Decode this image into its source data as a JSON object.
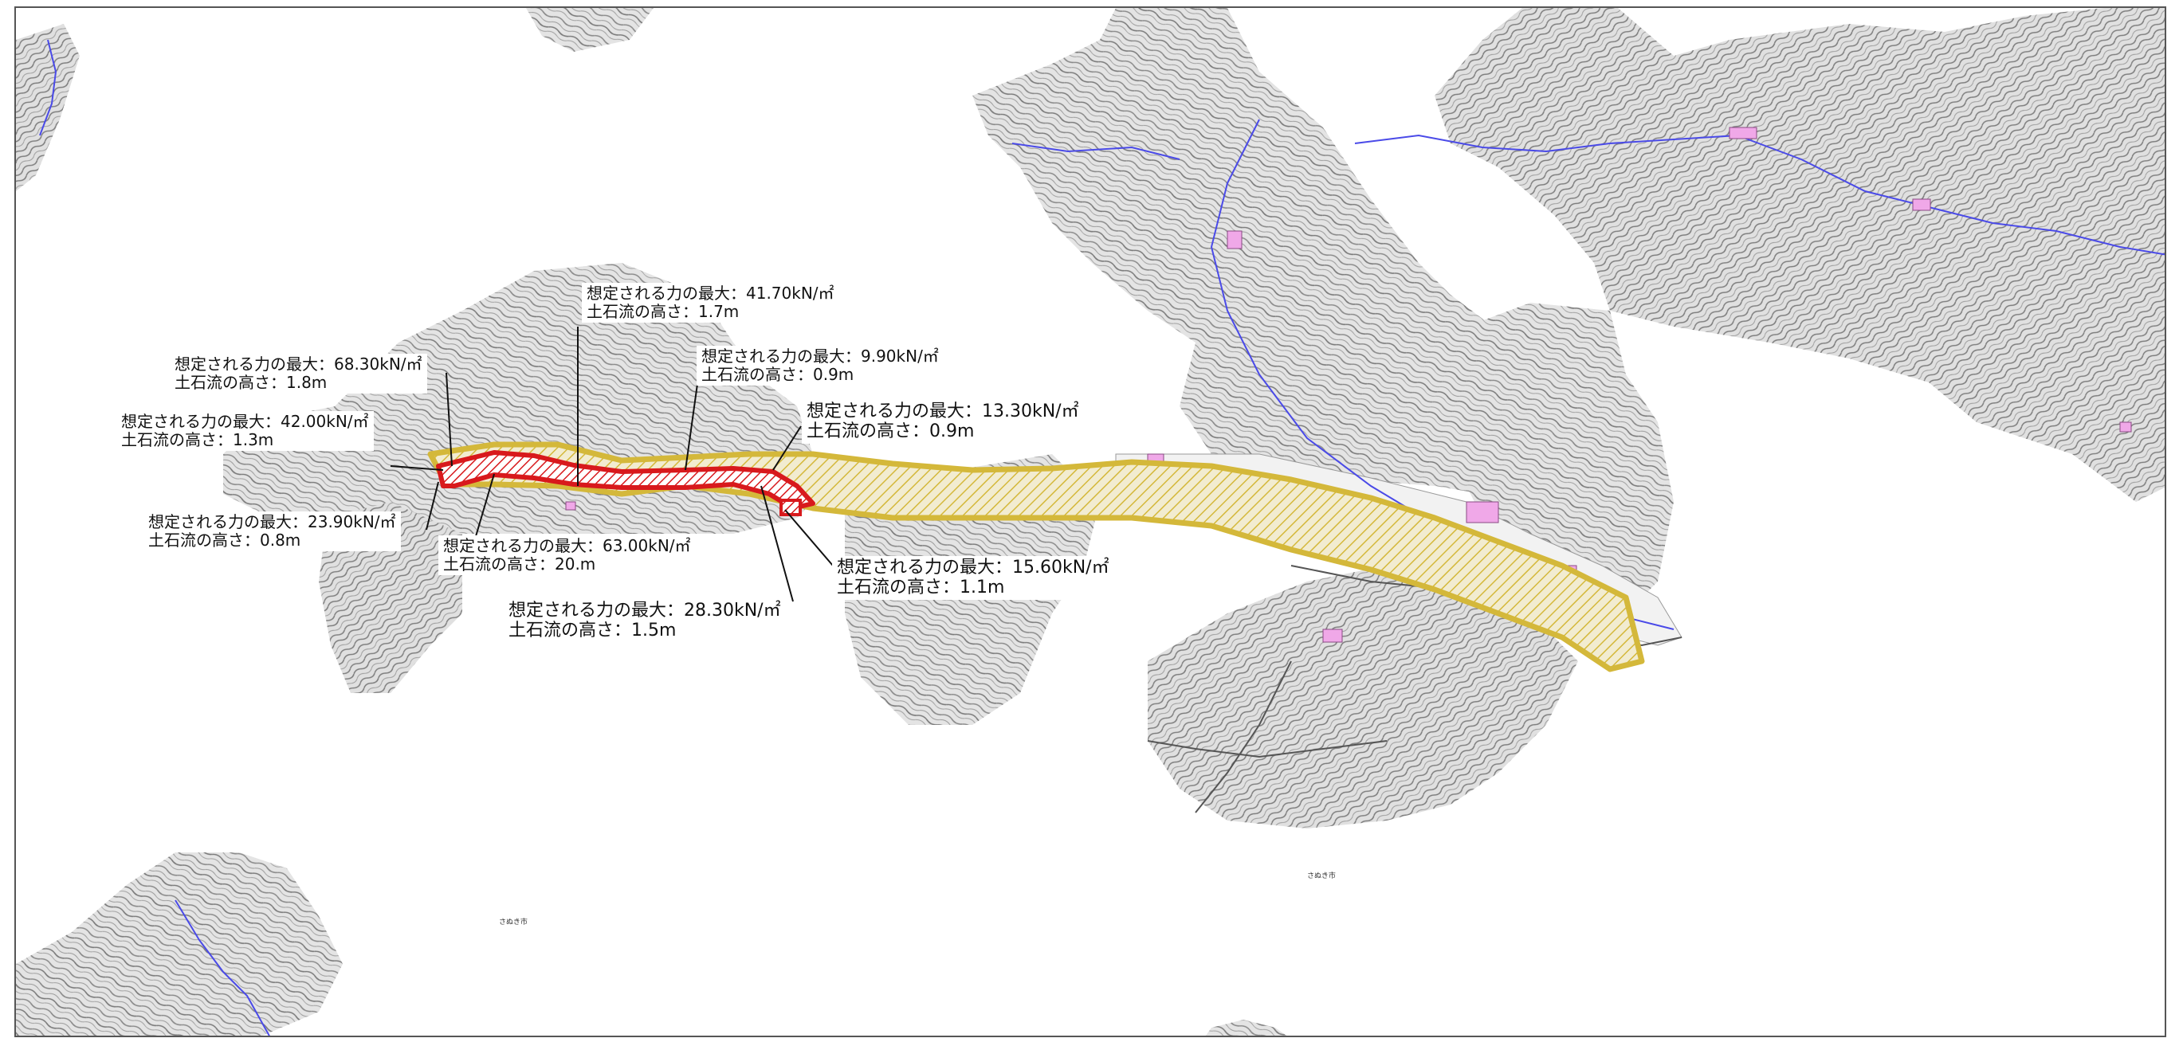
{
  "map": {
    "colors": {
      "contour": "#7a7a7a",
      "terrain_fill": "#dcdcdc",
      "river": "#4a4ae8",
      "warning_zone": "#d4b83a",
      "special_zone": "#d8191c",
      "building": "#f0a8e8"
    },
    "place_names": [
      {
        "text": "さぬき市"
      },
      {
        "text": "さぬき市"
      }
    ],
    "annotations": [
      {
        "force": "想定される力の最大：68.30kN/㎡",
        "height": "土石流の高さ：1.8m"
      },
      {
        "force": "想定される力の最大：42.00kN/㎡",
        "height": "土石流の高さ：1.3m"
      },
      {
        "force": "想定される力の最大：23.90kN/㎡",
        "height": "土石流の高さ：0.8m"
      },
      {
        "force": "想定される力の最大：41.70kN/㎡",
        "height": "土石流の高さ：1.7m"
      },
      {
        "force": "想定される力の最大：9.90kN/㎡",
        "height": "土石流の高さ：0.9m"
      },
      {
        "force": "想定される力の最大：13.30kN/㎡",
        "height": "土石流の高さ：0.9m"
      },
      {
        "force": "想定される力の最大：63.00kN/㎡",
        "height": "土石流の高さ：20.m"
      },
      {
        "force": "想定される力の最大：15.60kN/㎡",
        "height": "土石流の高さ：1.1m"
      },
      {
        "force": "想定される力の最大：28.30kN/㎡",
        "height": "土石流の高さ：1.5m"
      }
    ]
  }
}
